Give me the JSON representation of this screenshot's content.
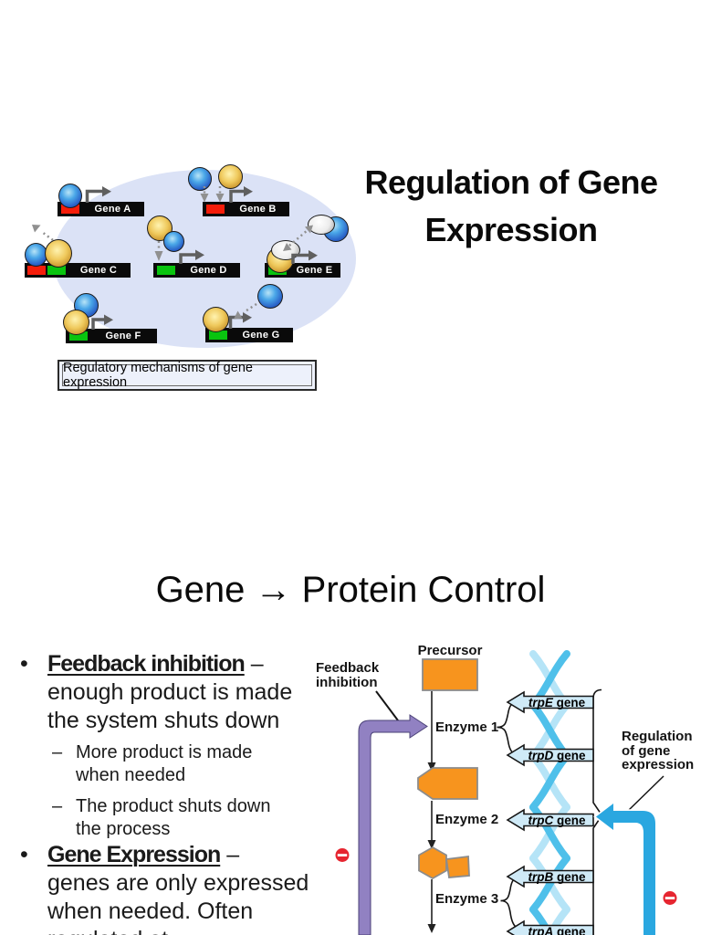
{
  "slide1": {
    "title_line1": "Regulation of Gene",
    "title_line2": "Expression",
    "genes": [
      "Gene A",
      "Gene B",
      "Gene C",
      "Gene D",
      "Gene E",
      "Gene F",
      "Gene G"
    ],
    "caption": "Regulatory mechanisms of gene expression"
  },
  "slide2": {
    "title": "Gene → Protein Control",
    "bullets": {
      "marker": "•",
      "sub_marker": "–",
      "b1": {
        "term": "Feedback inhibition",
        "dash": "–",
        "line1": "enough product is made",
        "line2": "the system shuts down",
        "sub1_line1": "More product is made",
        "sub1_line2": "when needed",
        "sub2_line1": "The product shuts down",
        "sub2_line2": "the process"
      },
      "b2": {
        "term": "Gene Expression",
        "dash": "–",
        "line1": "genes are only expressed",
        "line2": "when needed. Often",
        "line3": "regulated at"
      }
    },
    "diagram": {
      "precursor": "Precursor",
      "feedback_line1": "Feedback",
      "feedback_line2": "inhibition",
      "enzyme1": "Enzyme 1",
      "enzyme2": "Enzyme 2",
      "enzyme3": "Enzyme 3",
      "regulation_line1": "Regulation",
      "regulation_line2": "of gene",
      "regulation_line3": "expression",
      "genes": [
        {
          "em": "trpE",
          "rest": " gene"
        },
        {
          "em": "trpD",
          "rest": " gene"
        },
        {
          "em": "trpC",
          "rest": " gene"
        },
        {
          "em": "trpB",
          "rest": " gene"
        },
        {
          "em": "trpA",
          "rest": " gene"
        }
      ]
    }
  },
  "colors": {
    "ellipse_bg": "#dbe2f6",
    "operator_red": "#f51d0a",
    "operator_green": "#09c40f",
    "orange_metabolite": "#f7941e",
    "purple_feedback_arrow": "#9181c2",
    "blue_regulation_arrow": "#2aa7e0",
    "dna_light": "#b5e4f7",
    "dna_medium": "#4fc0ea",
    "gene_box_fill": "#cfeaf7",
    "minus_red": "#e62530"
  }
}
